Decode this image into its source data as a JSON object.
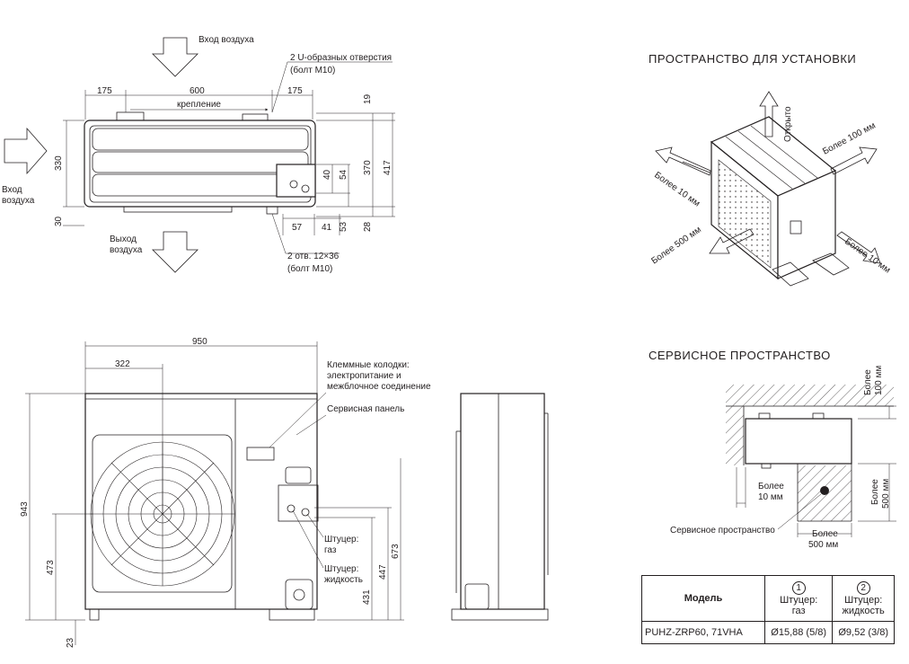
{
  "top_view": {
    "air_in_top": "Вход воздуха",
    "air_in_left_1": "Вход",
    "air_in_left_2": "воздуха",
    "air_out_1": "Выход",
    "air_out_2": "воздуха",
    "u_holes_1": "2 U-образных отверстия",
    "u_holes_2": "(болт M10)",
    "holes_1": "2 отв. 12×36",
    "holes_2": "(болт M10)",
    "mount_label": "крепление",
    "dims": {
      "d175a": "175",
      "d600": "600",
      "d175b": "175",
      "d19": "19",
      "d330": "330",
      "d30": "30",
      "d370": "370",
      "d417": "417",
      "d40": "40",
      "d54": "54",
      "d57": "57",
      "d41": "41",
      "d53": "53",
      "d28": "28"
    }
  },
  "front_view": {
    "terminal_1": "Клеммные колодки:",
    "terminal_2": "электропитание и",
    "terminal_3": "межблочное соединение",
    "service_panel": "Сервисная панель",
    "gas_1": "Штуцер:",
    "gas_2": "газ",
    "liq_1": "Штуцер:",
    "liq_2": "жидкость",
    "dims": {
      "d950": "950",
      "d322": "322",
      "d943": "943",
      "d473": "473",
      "d23": "23",
      "d431": "431",
      "d447": "447",
      "d673": "673"
    }
  },
  "install_space": {
    "title": "ПРОСТРАНСТВО ДЛЯ УСТАНОВКИ",
    "open": "Открыто",
    "more100": "Более 100 мм",
    "more10_left": "Более 10 мм",
    "more500": "Более 500 мм",
    "more10_right": "Более 10 мм"
  },
  "service_space": {
    "title": "СЕРВИСНОЕ ПРОСТРАНСТВО",
    "top_1": "Более",
    "top_2": "100 мм",
    "right_1": "Более",
    "right_2": "500 мм",
    "left_1": "Более",
    "left_2": "10 мм",
    "service_label": "Сервисное пространство",
    "bottom_1": "Более",
    "bottom_2": "500 мм"
  },
  "table": {
    "model_header": "Модель",
    "gas_num": "1",
    "gas_header_1": "Штуцер:",
    "gas_header_2": "газ",
    "liq_num": "2",
    "liq_header_1": "Штуцер:",
    "liq_header_2": "жидкость",
    "row_model": "PUHZ-ZRP60, 71VHA",
    "row_gas": "Ø15,88 (5/8)",
    "row_liq": "Ø9,52 (3/8)"
  }
}
